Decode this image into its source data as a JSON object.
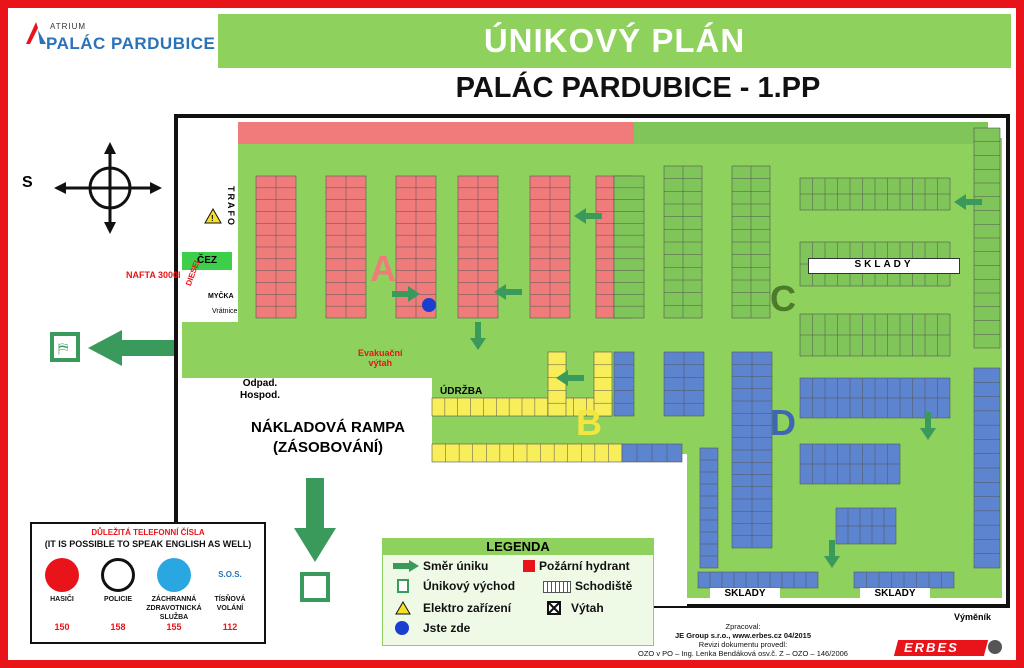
{
  "logo": {
    "small": "ATRIUM",
    "name": "PALÁC PARDUBICE"
  },
  "title": "ÚNIKOVÝ PLÁN",
  "subtitle": "PALÁC PARDUBICE - 1.PP",
  "compass": {
    "south": "S"
  },
  "rooms": {
    "trafo": "TRAFO",
    "cez": "ČEZ",
    "nafta": "NAFTA 3000l",
    "diesel": "DIESEL",
    "mycka": "MYČKA",
    "vratnice": "Vrátnice",
    "odpad": "Odpad.",
    "hospod": "Hospod.",
    "udrzba": "ÚDRŽBA",
    "rampa1": "NÁKLADOVÁ RAMPA",
    "rampa2": "(ZÁSOBOVÁNÍ)",
    "sklady": "SKLADY",
    "vymenik": "Výměník",
    "evak1": "Evakuační",
    "evak2": "výtah"
  },
  "zones": [
    {
      "label": "A",
      "color": "#f07b7b"
    },
    {
      "label": "B",
      "color": "#f3e640"
    },
    {
      "label": "C",
      "color": "#4e7a2c"
    },
    {
      "label": "D",
      "color": "#3f66b5"
    }
  ],
  "colors": {
    "frame": "#e8141a",
    "corridor": "#8ed15c",
    "zone_a": "#f07b7b",
    "zone_b": "#f7ee5a",
    "zone_c": "#7fc55a",
    "zone_d": "#5d84cf",
    "arrow": "#3a9a5c"
  },
  "phones": {
    "heading1": "DŮLEŽITÁ TELEFONNÍ ČÍSLA",
    "heading2": "(IT IS POSSIBLE TO SPEAK ENGLISH AS WELL)",
    "services": [
      {
        "name": "HASIČI",
        "number": "150",
        "icon": "firefighter-icon"
      },
      {
        "name": "POLICIE",
        "number": "158",
        "icon": "police-icon"
      },
      {
        "name": "ZÁCHRANNÁ ZDRAVOTNICKÁ SLUŽBA",
        "number": "155",
        "icon": "ambulance-icon"
      },
      {
        "name": "TÍSŇOVÁ VOLÁNÍ",
        "number": "112",
        "icon": "sos-icon",
        "badge": "S.O.S."
      }
    ]
  },
  "legend": {
    "title": "LEGENDA",
    "items": [
      {
        "label": "Směr úniku",
        "icon": "escape-arrow-icon"
      },
      {
        "label": "Požární hydrant",
        "icon": "fire-hydrant-icon"
      },
      {
        "label": "Únikový východ",
        "icon": "exit-icon"
      },
      {
        "label": "Schodiště",
        "icon": "stairs-icon"
      },
      {
        "label": "Elektro zařízení",
        "icon": "electric-icon"
      },
      {
        "label": "Výtah",
        "icon": "elevator-icon"
      },
      {
        "label": "Jste zde",
        "icon": "you-are-here-icon"
      }
    ]
  },
  "credits": {
    "zpracoval": "Zpracoval:",
    "company": "JE Group s.r.o., www.erbes.cz 04/2015",
    "revize": "Revizi dokumentu provedl:",
    "ozo": "OZO v PO – Ing. Lenka Bendáková osv.č. Z – OZO – 146/2006",
    "brand": "ERBES"
  }
}
